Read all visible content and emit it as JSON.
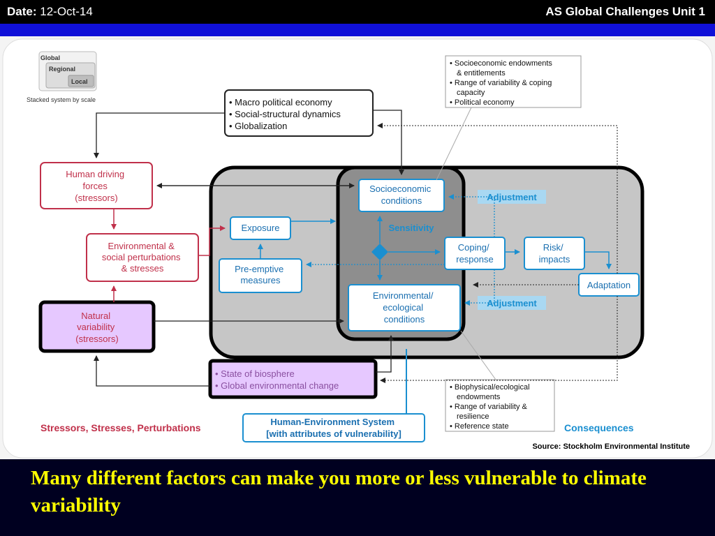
{
  "header": {
    "date_label": "Date:",
    "date_value": "12-Oct-14",
    "unit_title": "AS Global Challenges Unit 1"
  },
  "diagram": {
    "scale_legend": {
      "global": "Global",
      "regional": "Regional",
      "local": "Local",
      "caption": "Stacked system by scale"
    },
    "macro_box": [
      "• Macro political economy",
      "• Social-structural dynamics",
      "• Globalization"
    ],
    "endowments_top": [
      "• Socioeconomic endowments",
      "& entitlements",
      "• Range of variability & coping",
      "capacity",
      "• Political economy"
    ],
    "human_driving": [
      "Human driving",
      "forces",
      "(stressors)"
    ],
    "env_social": [
      "Environmental &",
      "social perturbations",
      "& stresses"
    ],
    "natural_var": [
      "Natural",
      "variability",
      "(stressors)"
    ],
    "exposure": "Exposure",
    "preemptive": [
      "Pre-emptive",
      "measures"
    ],
    "socioeconomic": [
      "Socioeconomic",
      "conditions"
    ],
    "sensitivity": "Sensitivity",
    "env_eco": [
      "Environmental/",
      "ecological",
      "conditions"
    ],
    "adjustment_top": "Adjustment",
    "adjustment_bottom": "Adjustment",
    "coping": [
      "Coping/",
      "response"
    ],
    "risk": [
      "Risk/",
      "impacts"
    ],
    "adaptation": "Adaptation",
    "biosphere": [
      "• State of biosphere",
      "• Global environmental change"
    ],
    "endowments_bottom": [
      "• Biophysical/ecological",
      "endowments",
      "• Range of variability &",
      "resilience",
      "• Reference state"
    ],
    "hes": [
      "Human-Environment System",
      "[with attributes of vulnerability]"
    ],
    "stressors_label": "Stressors, Stresses, Perturbations",
    "consequences_label": "Consequences",
    "source": "Source: Stockholm Environmental Institute"
  },
  "caption": "Many different factors can make you more or less vulnerable to climate variability",
  "colors": {
    "red": "#c0304a",
    "blue": "#1a8fd0",
    "purple_fill": "#e6c8ff",
    "yellow": "#ffff00",
    "nav_blue": "#1010d8"
  }
}
